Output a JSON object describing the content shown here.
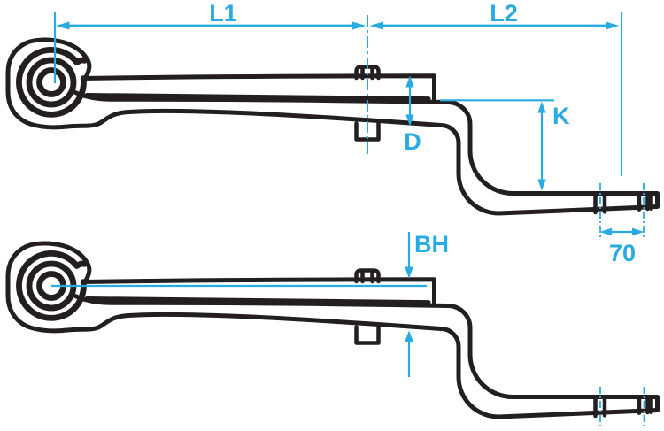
{
  "drawing": {
    "type": "technical-diagram",
    "subject": "parabolic-leaf-spring-side-views",
    "views": {
      "top": "spring with dimension callouts",
      "bottom": "spring with datum line and bolt-area height callout"
    },
    "dimensions": {
      "l1": {
        "label": "L1"
      },
      "l2": {
        "label": "L2"
      },
      "k": {
        "label": "K"
      },
      "d": {
        "label": "D"
      },
      "bh": {
        "label": "BH"
      },
      "tip_spacing": {
        "label": "70"
      }
    },
    "colors": {
      "line": "#231F20",
      "dimension": "#29ABE2",
      "background": "#FFFFFF"
    }
  }
}
